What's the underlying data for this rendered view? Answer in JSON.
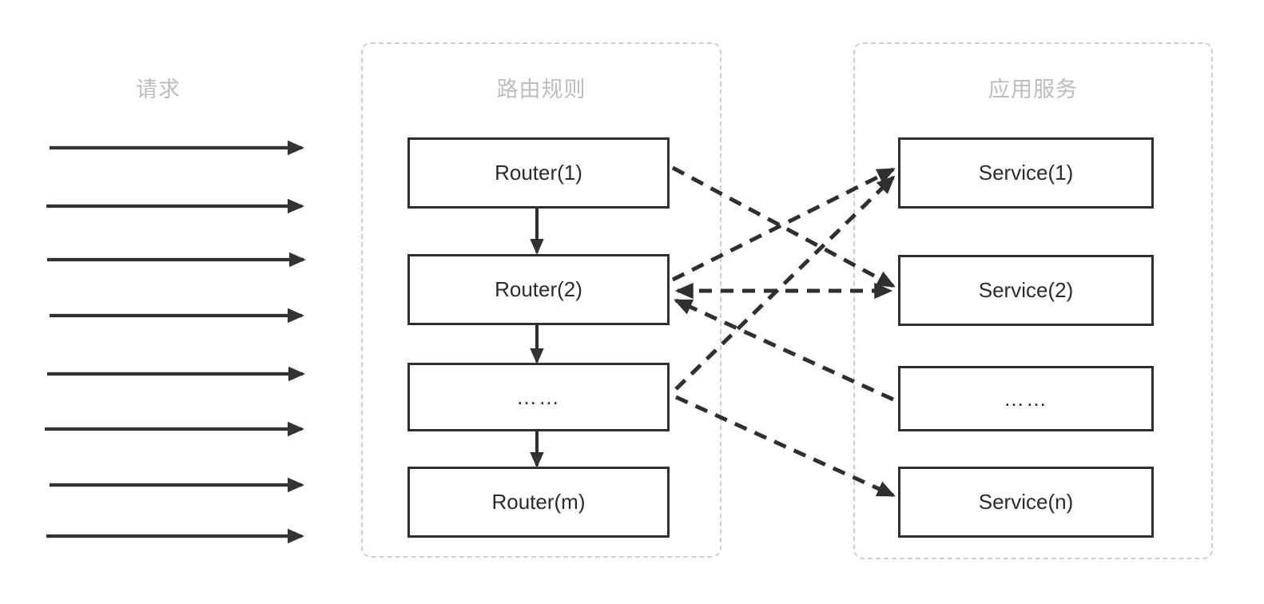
{
  "diagram": {
    "title_request": "请求",
    "groups": [
      {
        "name": "router-group",
        "title": "路由规则"
      },
      {
        "name": "service-group",
        "title": "应用服务"
      }
    ],
    "request_arrows": {
      "count": 8,
      "label": "请求",
      "color": "#333333"
    },
    "routers": [
      {
        "label": "Router(1)"
      },
      {
        "label": "Router(2)"
      },
      {
        "label": "……"
      },
      {
        "label": "Router(m)"
      }
    ],
    "services": [
      {
        "label": "Service(1)"
      },
      {
        "label": "Service(2)"
      },
      {
        "label": "……"
      },
      {
        "label": "Service(n)"
      }
    ],
    "router_chain": [
      {
        "from": "Router(1)",
        "to": "Router(2)",
        "style": "solid"
      },
      {
        "from": "Router(2)",
        "to": "……",
        "style": "solid"
      },
      {
        "from": "……",
        "to": "Router(m)",
        "style": "solid"
      }
    ],
    "routing_links": [
      {
        "from": "Router(1)",
        "to": "Service(2)",
        "style": "dashed",
        "direction": "forward"
      },
      {
        "from": "Router(2)",
        "to": "Service(1)",
        "style": "dashed",
        "direction": "forward"
      },
      {
        "from": "Router(2)",
        "to": "Service(2)",
        "style": "dashed",
        "direction": "both"
      },
      {
        "from": "Router(2)",
        "to": "Service(……)",
        "style": "dashed",
        "direction": "backward"
      },
      {
        "from": "……",
        "to": "Service(1)",
        "style": "dashed",
        "direction": "forward"
      },
      {
        "from": "……",
        "to": "Service(n)",
        "style": "dashed",
        "direction": "forward"
      }
    ],
    "colors": {
      "stroke": "#2f2f2f",
      "frame": "#cfcfcf",
      "muted_text": "#bdbdbd",
      "text": "#2b2b2b",
      "background": "#ffffff"
    }
  }
}
